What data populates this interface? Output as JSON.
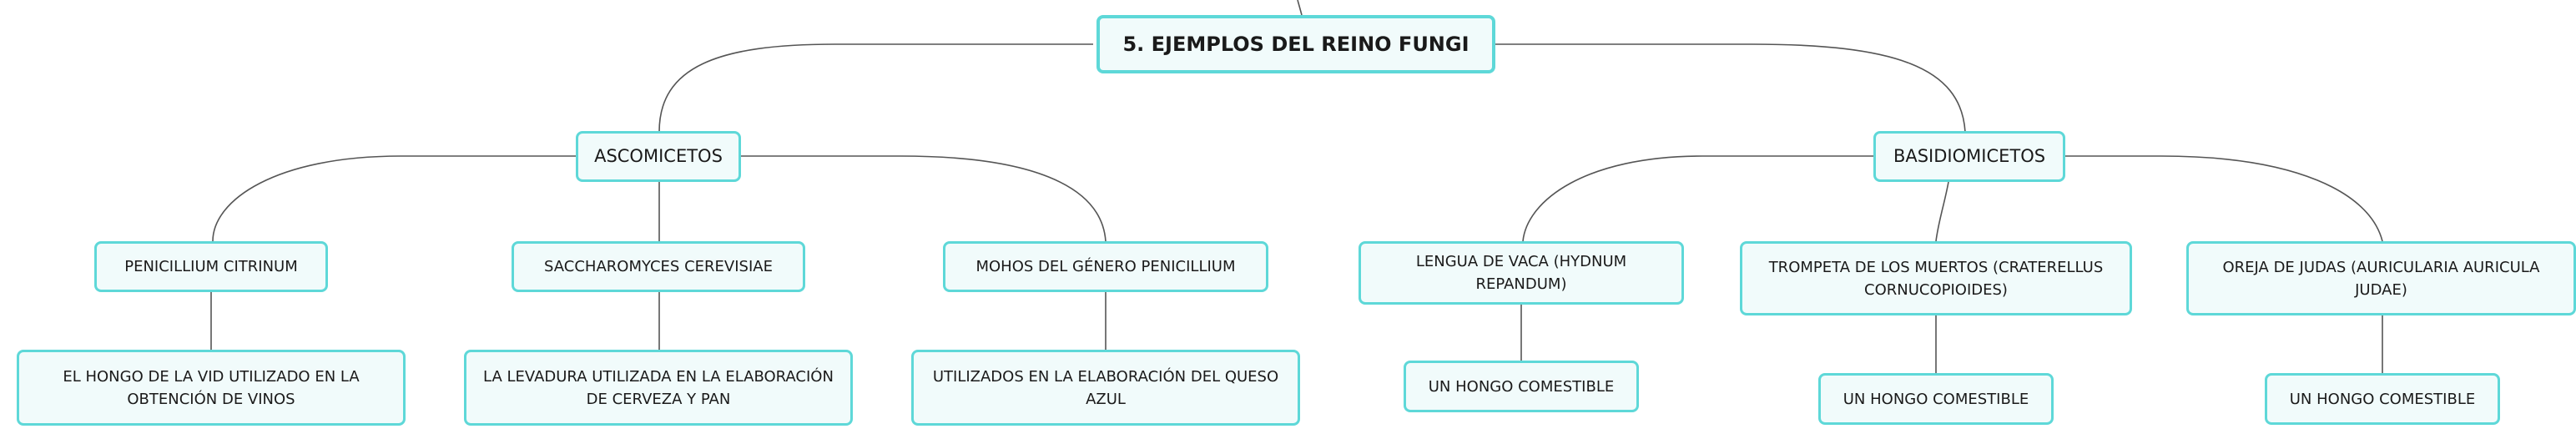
{
  "mindmap": {
    "root": {
      "label": "5. EJEMPLOS DEL REINO FUNGI"
    },
    "branches": [
      {
        "label": "ASCOMICETOS",
        "children": [
          {
            "label": "PENICILLIUM CITRINUM",
            "detail": "EL HONGO DE LA VID UTILIZADO EN LA OBTENCIÓN DE VINOS"
          },
          {
            "label": "SACCHAROMYCES CEREVISIAE",
            "detail": "LA LEVADURA UTILIZADA EN LA ELABORACIÓN DE CERVEZA Y PAN"
          },
          {
            "label": "MOHOS DEL GÉNERO PENICILLIUM",
            "detail": "UTILIZADOS EN LA ELABORACIÓN DEL QUESO AZUL"
          }
        ]
      },
      {
        "label": "BASIDIOMICETOS",
        "children": [
          {
            "label": "LENGUA DE VACA (HYDNUM REPANDUM)",
            "detail": "UN HONGO COMESTIBLE"
          },
          {
            "label": "TROMPETA DE LOS MUERTOS (CRATERELLUS CORNUCOPIOIDES)",
            "detail": "UN HONGO COMESTIBLE"
          },
          {
            "label": "OREJA DE JUDAS (AURICULARIA AURICULA JUDAE)",
            "detail": "UN HONGO COMESTIBLE"
          }
        ]
      }
    ]
  },
  "colors": {
    "node_border": "#5ed8d8",
    "node_fill": "#f1fbfb",
    "connector": "#555555"
  }
}
